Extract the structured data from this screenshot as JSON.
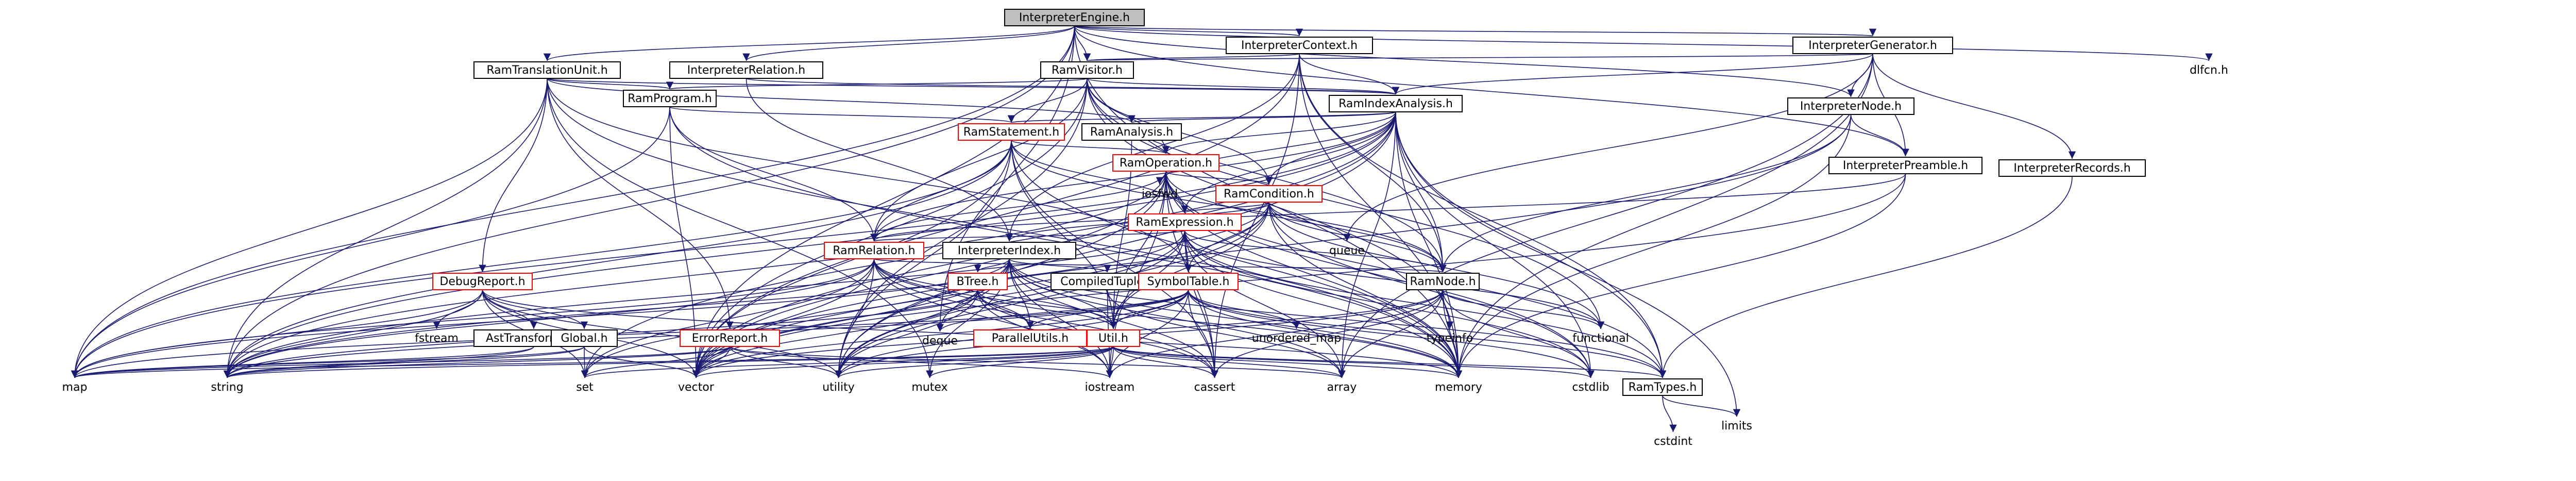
{
  "graph": {
    "root": "InterpreterEngine.h",
    "nodes": [
      {
        "id": "InterpreterEngine.h",
        "style": "root"
      },
      {
        "id": "InterpreterContext.h",
        "style": "box"
      },
      {
        "id": "InterpreterGenerator.h",
        "style": "box"
      },
      {
        "id": "RamTranslationUnit.h",
        "style": "box"
      },
      {
        "id": "InterpreterRelation.h",
        "style": "box"
      },
      {
        "id": "RamVisitor.h",
        "style": "box"
      },
      {
        "id": "RamProgram.h",
        "style": "box"
      },
      {
        "id": "RamIndexAnalysis.h",
        "style": "box"
      },
      {
        "id": "InterpreterNode.h",
        "style": "box"
      },
      {
        "id": "InterpreterRecords.h",
        "style": "box"
      },
      {
        "id": "RamStatement.h",
        "style": "red"
      },
      {
        "id": "RamAnalysis.h",
        "style": "box"
      },
      {
        "id": "InterpreterPreamble.h",
        "style": "box"
      },
      {
        "id": "RamOperation.h",
        "style": "red"
      },
      {
        "id": "RamCondition.h",
        "style": "red"
      },
      {
        "id": "RamExpression.h",
        "style": "red"
      },
      {
        "id": "RamRelation.h",
        "style": "red"
      },
      {
        "id": "InterpreterIndex.h",
        "style": "box"
      },
      {
        "id": "DebugReport.h",
        "style": "red"
      },
      {
        "id": "BTree.h",
        "style": "red"
      },
      {
        "id": "CompiledTuple.h",
        "style": "box"
      },
      {
        "id": "SymbolTable.h",
        "style": "red"
      },
      {
        "id": "RamNode.h",
        "style": "box"
      },
      {
        "id": "AstTransformer.h",
        "style": "box"
      },
      {
        "id": "Global.h",
        "style": "box"
      },
      {
        "id": "ErrorReport.h",
        "style": "red"
      },
      {
        "id": "ParallelUtils.h",
        "style": "red"
      },
      {
        "id": "Util.h",
        "style": "red"
      },
      {
        "id": "RamTypes.h",
        "style": "box"
      },
      {
        "id": "dlfcn.h",
        "style": "plain"
      },
      {
        "id": "iosfwd",
        "style": "plain"
      },
      {
        "id": "queue",
        "style": "plain"
      },
      {
        "id": "fstream",
        "style": "plain"
      },
      {
        "id": "deque",
        "style": "plain"
      },
      {
        "id": "unordered_map",
        "style": "plain"
      },
      {
        "id": "typeinfo",
        "style": "plain"
      },
      {
        "id": "functional",
        "style": "plain"
      },
      {
        "id": "map",
        "style": "plain"
      },
      {
        "id": "string",
        "style": "plain"
      },
      {
        "id": "set",
        "style": "plain"
      },
      {
        "id": "vector",
        "style": "plain"
      },
      {
        "id": "utility",
        "style": "plain"
      },
      {
        "id": "mutex",
        "style": "plain"
      },
      {
        "id": "iostream",
        "style": "plain"
      },
      {
        "id": "cassert",
        "style": "plain"
      },
      {
        "id": "array",
        "style": "plain"
      },
      {
        "id": "memory",
        "style": "plain"
      },
      {
        "id": "cstdlib",
        "style": "plain"
      },
      {
        "id": "limits",
        "style": "plain"
      },
      {
        "id": "cstdint",
        "style": "plain"
      }
    ],
    "edges": [
      [
        "InterpreterEngine.h",
        "InterpreterContext.h"
      ],
      [
        "InterpreterEngine.h",
        "InterpreterGenerator.h"
      ],
      [
        "InterpreterEngine.h",
        "RamTranslationUnit.h"
      ],
      [
        "InterpreterEngine.h",
        "InterpreterRelation.h"
      ],
      [
        "InterpreterEngine.h",
        "RamVisitor.h"
      ],
      [
        "InterpreterEngine.h",
        "InterpreterNode.h"
      ],
      [
        "InterpreterEngine.h",
        "InterpreterPreamble.h"
      ],
      [
        "InterpreterEngine.h",
        "dlfcn.h"
      ],
      [
        "InterpreterEngine.h",
        "map"
      ],
      [
        "InterpreterEngine.h",
        "string"
      ],
      [
        "InterpreterEngine.h",
        "vector"
      ],
      [
        "InterpreterEngine.h",
        "memory"
      ],
      [
        "InterpreterEngine.h",
        "deque"
      ],
      [
        "InterpreterContext.h",
        "RamVisitor.h"
      ],
      [
        "InterpreterContext.h",
        "RamIndexAnalysis.h"
      ],
      [
        "InterpreterContext.h",
        "InterpreterIndex.h"
      ],
      [
        "InterpreterContext.h",
        "RamNode.h"
      ],
      [
        "InterpreterContext.h",
        "RamTypes.h"
      ],
      [
        "InterpreterContext.h",
        "vector"
      ],
      [
        "InterpreterContext.h",
        "memory"
      ],
      [
        "InterpreterContext.h",
        "cassert"
      ],
      [
        "InterpreterGenerator.h",
        "RamVisitor.h"
      ],
      [
        "InterpreterGenerator.h",
        "InterpreterNode.h"
      ],
      [
        "InterpreterGenerator.h",
        "InterpreterRecords.h"
      ],
      [
        "InterpreterGenerator.h",
        "InterpreterPreamble.h"
      ],
      [
        "InterpreterGenerator.h",
        "RamIndexAnalysis.h"
      ],
      [
        "InterpreterGenerator.h",
        "queue"
      ],
      [
        "InterpreterGenerator.h",
        "array"
      ],
      [
        "InterpreterGenerator.h",
        "memory"
      ],
      [
        "RamTranslationUnit.h",
        "RamProgram.h"
      ],
      [
        "RamTranslationUnit.h",
        "RamAnalysis.h"
      ],
      [
        "RamTranslationUnit.h",
        "DebugReport.h"
      ],
      [
        "RamTranslationUnit.h",
        "ErrorReport.h"
      ],
      [
        "RamTranslationUnit.h",
        "SymbolTable.h"
      ],
      [
        "RamTranslationUnit.h",
        "RamIndexAnalysis.h"
      ],
      [
        "RamTranslationUnit.h",
        "map"
      ],
      [
        "RamTranslationUnit.h",
        "string"
      ],
      [
        "RamTranslationUnit.h",
        "memory"
      ],
      [
        "RamTranslationUnit.h",
        "mutex"
      ],
      [
        "InterpreterRelation.h",
        "InterpreterIndex.h"
      ],
      [
        "InterpreterRelation.h",
        "RamIndexAnalysis.h"
      ],
      [
        "RamVisitor.h",
        "RamProgram.h"
      ],
      [
        "RamVisitor.h",
        "RamStatement.h"
      ],
      [
        "RamVisitor.h",
        "RamOperation.h"
      ],
      [
        "RamVisitor.h",
        "RamCondition.h"
      ],
      [
        "RamVisitor.h",
        "RamRelation.h"
      ],
      [
        "RamVisitor.h",
        "RamNode.h"
      ],
      [
        "RamVisitor.h",
        "RamIndexAnalysis.h"
      ],
      [
        "RamVisitor.h",
        "functional"
      ],
      [
        "RamVisitor.h",
        "typeinfo"
      ],
      [
        "RamVisitor.h",
        "vector"
      ],
      [
        "RamVisitor.h",
        "utility"
      ],
      [
        "RamProgram.h",
        "RamStatement.h"
      ],
      [
        "RamProgram.h",
        "RamRelation.h"
      ],
      [
        "RamProgram.h",
        "map"
      ],
      [
        "RamProgram.h",
        "vector"
      ],
      [
        "RamProgram.h",
        "memory"
      ],
      [
        "RamIndexAnalysis.h",
        "RamStatement.h"
      ],
      [
        "RamIndexAnalysis.h",
        "RamAnalysis.h"
      ],
      [
        "RamIndexAnalysis.h",
        "RamOperation.h"
      ],
      [
        "RamIndexAnalysis.h",
        "RamCondition.h"
      ],
      [
        "RamIndexAnalysis.h",
        "RamExpression.h"
      ],
      [
        "RamIndexAnalysis.h",
        "RamRelation.h"
      ],
      [
        "RamIndexAnalysis.h",
        "RamNode.h"
      ],
      [
        "RamIndexAnalysis.h",
        "RamTypes.h"
      ],
      [
        "RamIndexAnalysis.h",
        "iosfwd"
      ],
      [
        "RamIndexAnalysis.h",
        "map"
      ],
      [
        "RamIndexAnalysis.h",
        "set"
      ],
      [
        "RamIndexAnalysis.h",
        "string"
      ],
      [
        "RamIndexAnalysis.h",
        "vector"
      ],
      [
        "RamIndexAnalysis.h",
        "utility"
      ],
      [
        "RamIndexAnalysis.h",
        "memory"
      ],
      [
        "RamIndexAnalysis.h",
        "cstdlib"
      ],
      [
        "RamIndexAnalysis.h",
        "limits"
      ],
      [
        "RamIndexAnalysis.h",
        "array"
      ],
      [
        "InterpreterNode.h",
        "InterpreterPreamble.h"
      ],
      [
        "InterpreterNode.h",
        "RamNode.h"
      ],
      [
        "InterpreterNode.h",
        "memory"
      ],
      [
        "InterpreterNode.h",
        "vector"
      ],
      [
        "InterpreterRecords.h",
        "RamTypes.h"
      ],
      [
        "RamStatement.h",
        "RamOperation.h"
      ],
      [
        "RamStatement.h",
        "RamExpression.h"
      ],
      [
        "RamStatement.h",
        "RamRelation.h"
      ],
      [
        "RamStatement.h",
        "RamNode.h"
      ],
      [
        "RamStatement.h",
        "Util.h"
      ],
      [
        "RamStatement.h",
        "string"
      ],
      [
        "RamStatement.h",
        "vector"
      ],
      [
        "RamStatement.h",
        "utility"
      ],
      [
        "RamStatement.h",
        "memory"
      ],
      [
        "RamStatement.h",
        "map"
      ],
      [
        "RamStatement.h",
        "cassert"
      ],
      [
        "RamAnalysis.h",
        "Util.h"
      ],
      [
        "InterpreterPreamble.h",
        "InterpreterIndex.h"
      ],
      [
        "InterpreterPreamble.h",
        "memory"
      ],
      [
        "InterpreterPreamble.h",
        "vector"
      ],
      [
        "RamOperation.h",
        "RamCondition.h"
      ],
      [
        "RamOperation.h",
        "RamExpression.h"
      ],
      [
        "RamOperation.h",
        "RamRelation.h"
      ],
      [
        "RamOperation.h",
        "RamNode.h"
      ],
      [
        "RamOperation.h",
        "Util.h"
      ],
      [
        "RamOperation.h",
        "SymbolTable.h"
      ],
      [
        "RamOperation.h",
        "RamTypes.h"
      ],
      [
        "RamOperation.h",
        "iosfwd"
      ],
      [
        "RamOperation.h",
        "string"
      ],
      [
        "RamOperation.h",
        "vector"
      ],
      [
        "RamOperation.h",
        "utility"
      ],
      [
        "RamOperation.h",
        "memory"
      ],
      [
        "RamOperation.h",
        "cassert"
      ],
      [
        "RamOperation.h",
        "cstdlib"
      ],
      [
        "RamOperation.h",
        "iostream"
      ],
      [
        "RamCondition.h",
        "RamExpression.h"
      ],
      [
        "RamCondition.h",
        "RamRelation.h"
      ],
      [
        "RamCondition.h",
        "RamNode.h"
      ],
      [
        "RamCondition.h",
        "SymbolTable.h"
      ],
      [
        "RamCondition.h",
        "Util.h"
      ],
      [
        "RamCondition.h",
        "queue"
      ],
      [
        "RamCondition.h",
        "functional"
      ],
      [
        "RamCondition.h",
        "string"
      ],
      [
        "RamCondition.h",
        "vector"
      ],
      [
        "RamCondition.h",
        "memory"
      ],
      [
        "RamCondition.h",
        "cstdlib"
      ],
      [
        "RamCondition.h",
        "utility"
      ],
      [
        "RamExpression.h",
        "RamRelation.h"
      ],
      [
        "RamExpression.h",
        "RamNode.h"
      ],
      [
        "RamExpression.h",
        "SymbolTable.h"
      ],
      [
        "RamExpression.h",
        "Util.h"
      ],
      [
        "RamExpression.h",
        "RamTypes.h"
      ],
      [
        "RamExpression.h",
        "string"
      ],
      [
        "RamExpression.h",
        "vector"
      ],
      [
        "RamExpression.h",
        "utility"
      ],
      [
        "RamExpression.h",
        "memory"
      ],
      [
        "RamExpression.h",
        "array"
      ],
      [
        "RamExpression.h",
        "cassert"
      ],
      [
        "RamExpression.h",
        "functional"
      ],
      [
        "RamExpression.h",
        "cstdlib"
      ],
      [
        "RamRelation.h",
        "RamNode.h"
      ],
      [
        "RamRelation.h",
        "ParallelUtils.h"
      ],
      [
        "RamRelation.h",
        "Util.h"
      ],
      [
        "RamRelation.h",
        "string"
      ],
      [
        "RamRelation.h",
        "vector"
      ],
      [
        "RamRelation.h",
        "utility"
      ],
      [
        "RamRelation.h",
        "memory"
      ],
      [
        "RamRelation.h",
        "map"
      ],
      [
        "RamRelation.h",
        "cassert"
      ],
      [
        "RamRelation.h",
        "iostream"
      ],
      [
        "RamRelation.h",
        "set"
      ],
      [
        "InterpreterIndex.h",
        "BTree.h"
      ],
      [
        "InterpreterIndex.h",
        "CompiledTuple.h"
      ],
      [
        "InterpreterIndex.h",
        "RamTypes.h"
      ],
      [
        "InterpreterIndex.h",
        "Util.h"
      ],
      [
        "InterpreterIndex.h",
        "ParallelUtils.h"
      ],
      [
        "InterpreterIndex.h",
        "deque"
      ],
      [
        "InterpreterIndex.h",
        "map"
      ],
      [
        "InterpreterIndex.h",
        "set"
      ],
      [
        "InterpreterIndex.h",
        "vector"
      ],
      [
        "InterpreterIndex.h",
        "utility"
      ],
      [
        "InterpreterIndex.h",
        "iostream"
      ],
      [
        "InterpreterIndex.h",
        "memory"
      ],
      [
        "InterpreterIndex.h",
        "array"
      ],
      [
        "InterpreterIndex.h",
        "cassert"
      ],
      [
        "InterpreterIndex.h",
        "mutex"
      ],
      [
        "DebugReport.h",
        "AstTransformer.h"
      ],
      [
        "DebugReport.h",
        "Global.h"
      ],
      [
        "DebugReport.h",
        "fstream"
      ],
      [
        "DebugReport.h",
        "string"
      ],
      [
        "DebugReport.h",
        "vector"
      ],
      [
        "DebugReport.h",
        "set"
      ],
      [
        "DebugReport.h",
        "map"
      ],
      [
        "DebugReport.h",
        "memory"
      ],
      [
        "DebugReport.h",
        "utility"
      ],
      [
        "BTree.h",
        "ParallelUtils.h"
      ],
      [
        "BTree.h",
        "Util.h"
      ],
      [
        "BTree.h",
        "iostream"
      ],
      [
        "BTree.h",
        "vector"
      ],
      [
        "BTree.h",
        "cassert"
      ],
      [
        "BTree.h",
        "utility"
      ],
      [
        "BTree.h",
        "string"
      ],
      [
        "CompiledTuple.h",
        "iostream"
      ],
      [
        "CompiledTuple.h",
        "array"
      ],
      [
        "SymbolTable.h",
        "ParallelUtils.h"
      ],
      [
        "SymbolTable.h",
        "RamTypes.h"
      ],
      [
        "SymbolTable.h",
        "Util.h"
      ],
      [
        "SymbolTable.h",
        "deque"
      ],
      [
        "SymbolTable.h",
        "unordered_map"
      ],
      [
        "SymbolTable.h",
        "string"
      ],
      [
        "SymbolTable.h",
        "vector"
      ],
      [
        "SymbolTable.h",
        "iostream"
      ],
      [
        "SymbolTable.h",
        "cassert"
      ],
      [
        "SymbolTable.h",
        "cstdlib"
      ],
      [
        "SymbolTable.h",
        "memory"
      ],
      [
        "SymbolTable.h",
        "map"
      ],
      [
        "SymbolTable.h",
        "utility"
      ],
      [
        "RamNode.h",
        "typeinfo"
      ],
      [
        "RamNode.h",
        "functional"
      ],
      [
        "RamNode.h",
        "memory"
      ],
      [
        "RamNode.h",
        "vector"
      ],
      [
        "RamNode.h",
        "iostream"
      ],
      [
        "RamNode.h",
        "cassert"
      ],
      [
        "RamNode.h",
        "array"
      ],
      [
        "RamNode.h",
        "utility"
      ],
      [
        "RamNode.h",
        "cstdlib"
      ],
      [
        "AstTransformer.h",
        "string"
      ],
      [
        "AstTransformer.h",
        "map"
      ],
      [
        "Global.h",
        "map"
      ],
      [
        "Global.h",
        "string"
      ],
      [
        "Global.h",
        "vector"
      ],
      [
        "Global.h",
        "set"
      ],
      [
        "ErrorReport.h",
        "map"
      ],
      [
        "ErrorReport.h",
        "string"
      ],
      [
        "ErrorReport.h",
        "vector"
      ],
      [
        "ErrorReport.h",
        "set"
      ],
      [
        "ErrorReport.h",
        "utility"
      ],
      [
        "ErrorReport.h",
        "iostream"
      ],
      [
        "ErrorReport.h",
        "array"
      ],
      [
        "Util.h",
        "RamTypes.h"
      ],
      [
        "Util.h",
        "map"
      ],
      [
        "Util.h",
        "set"
      ],
      [
        "Util.h",
        "string"
      ],
      [
        "Util.h",
        "vector"
      ],
      [
        "Util.h",
        "utility"
      ],
      [
        "Util.h",
        "iostream"
      ],
      [
        "Util.h",
        "cassert"
      ],
      [
        "Util.h",
        "array"
      ],
      [
        "Util.h",
        "memory"
      ],
      [
        "Util.h",
        "cstdlib"
      ],
      [
        "Util.h",
        "mutex"
      ],
      [
        "RamTypes.h",
        "limits"
      ],
      [
        "RamTypes.h",
        "cstdint"
      ]
    ]
  }
}
